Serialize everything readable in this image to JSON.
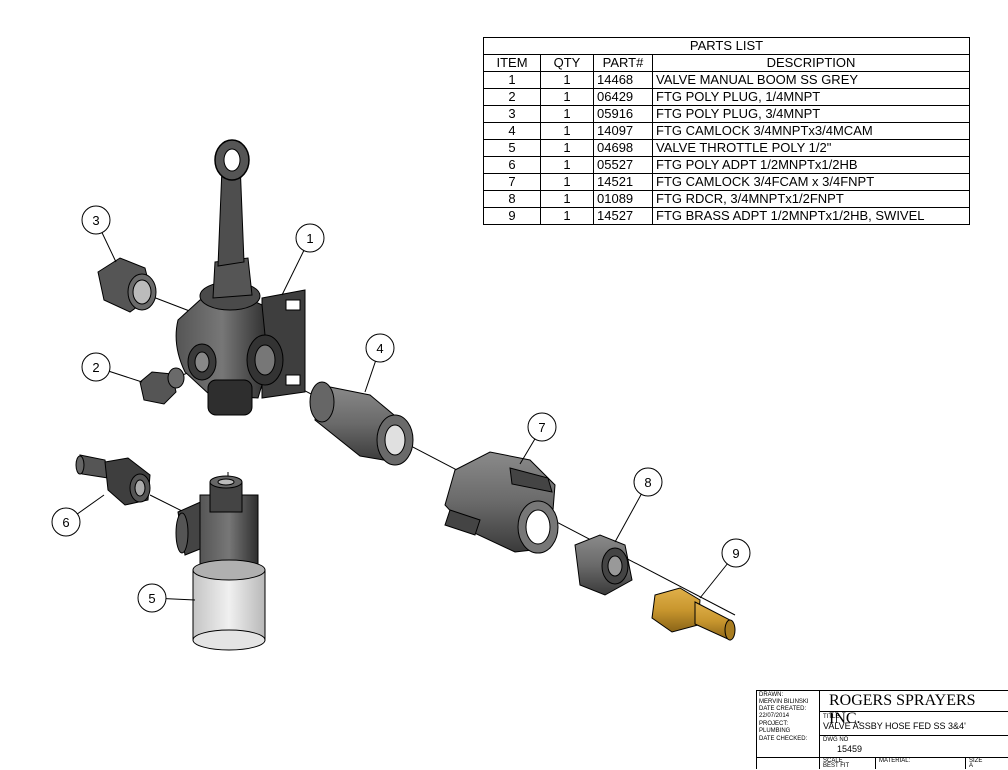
{
  "parts_list": {
    "title": "PARTS LIST",
    "headers": [
      "ITEM",
      "QTY",
      "PART#",
      "DESCRIPTION"
    ],
    "rows": [
      [
        "1",
        "1",
        "14468",
        "VALVE MANUAL BOOM SS GREY"
      ],
      [
        "2",
        "1",
        "06429",
        "FTG POLY PLUG, 1/4MNPT"
      ],
      [
        "3",
        "1",
        "05916",
        "FTG POLY PLUG, 3/4MNPT"
      ],
      [
        "4",
        "1",
        "14097",
        "FTG CAMLOCK 3/4MNPTx3/4MCAM"
      ],
      [
        "5",
        "1",
        "04698",
        "VALVE THROTTLE POLY 1/2\""
      ],
      [
        "6",
        "1",
        "05527",
        "FTG POLY ADPT 1/2MNPTx1/2HB"
      ],
      [
        "7",
        "1",
        "14521",
        "FTG CAMLOCK 3/4FCAM x 3/4FNPT"
      ],
      [
        "8",
        "1",
        "01089",
        "FTG RDCR, 3/4MNPTx1/2FNPT"
      ],
      [
        "9",
        "1",
        "14527",
        "FTG BRASS ADPT 1/2MNPTx1/2HB, SWIVEL"
      ]
    ]
  },
  "balloons": [
    "1",
    "2",
    "3",
    "4",
    "5",
    "6",
    "7",
    "8",
    "9"
  ],
  "title_block": {
    "drawn_label": "DRAWN:",
    "drawn_value": "MERVIN BILINSKI",
    "date_created_label": "DATE CREATED:",
    "date_created_value": "22/07/2014",
    "project_label": "PROJECT:",
    "project_value": "PLUMBING",
    "date_checked_label": "DATE CHECKED:",
    "company": "ROGERS SPRAYERS INC.",
    "title_label": "TITLE",
    "title_value": "VALVE ASSBY HOSE FED SS 3&4'",
    "dwg_label": "DWG NO",
    "dwg_value": "15459",
    "scale_label": "SCALE",
    "scale_value": "BEST FIT",
    "material_label": "MATERIAL:",
    "size_label": "SIZE",
    "size_value": "A"
  },
  "colors": {
    "part_dark": "#3c3c3c",
    "part_mid": "#5a5a5a",
    "part_light": "#d8d8d8",
    "brass": "#c8962e",
    "brass_dark": "#8a6418"
  }
}
